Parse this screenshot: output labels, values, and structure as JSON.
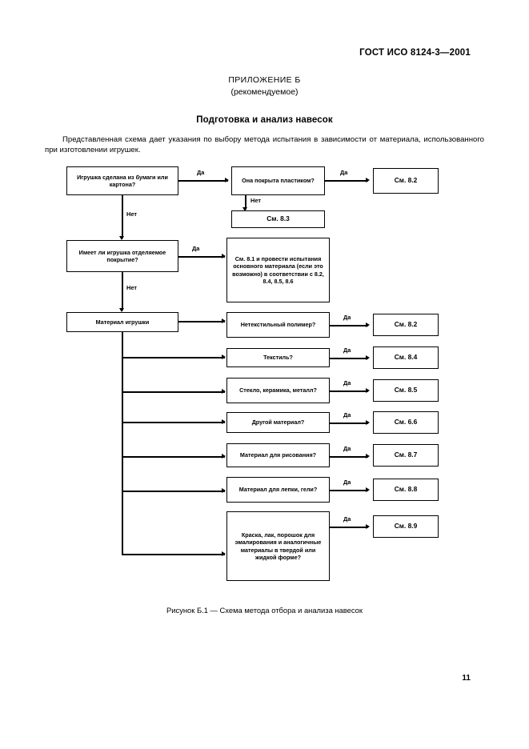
{
  "document": {
    "standard_header": "ГОСТ ИСО 8124-3—2001",
    "annex_label": "ПРИЛОЖЕНИЕ Б",
    "annex_status": "(рекомендуемое)",
    "section_title": "Подготовка и анализ навесок",
    "intro_paragraph": "Представленная схема дает указания по выбору метода испытания в зависимости от материала, использованного при изготовлении игрушек.",
    "figure_caption": "Рисунок Б.1 — Схема метода отбора и анализа навесок",
    "page_number": "11"
  },
  "flowchart": {
    "edge_labels": {
      "yes": "Да",
      "no": "Нет"
    },
    "nodes": {
      "q_paper": "Игрушка сделана из бумаги или картона?",
      "q_plastic_coated": "Она покрыта пластиком?",
      "ref_82_top": "См. 8.2",
      "ref_83": "См. 8.3",
      "q_removable_coating": "Имеет ли игрушка отделяемое покрытие?",
      "ref_81_long": "См. 8.1 и провести испытания основного материала (если это возможно) в соответствии с 8.2, 8.4, 8.5, 8.6",
      "material": "Материал игрушки",
      "q_nontextile_polymer": "Нетекстильный полимер?",
      "ref_82": "См. 8.2",
      "q_textile": "Текстиль?",
      "ref_84": "См. 8.4",
      "q_glass_ceramic_metal": "Стекло, керамика, металл?",
      "ref_85": "См. 8.5",
      "q_other_material": "Другой материал?",
      "ref_66": "См. 6.6",
      "q_drawing_material": "Материал для рисования?",
      "ref_87": "См. 8.7",
      "q_modelling_material": "Материал для лепки, гели?",
      "ref_88": "См. 8.8",
      "q_paint_lacquer": "Краска, лак, порошок для эмалирования и аналогичные материалы в твердой или жидкой форме?",
      "ref_89": "См. 8.9"
    }
  }
}
